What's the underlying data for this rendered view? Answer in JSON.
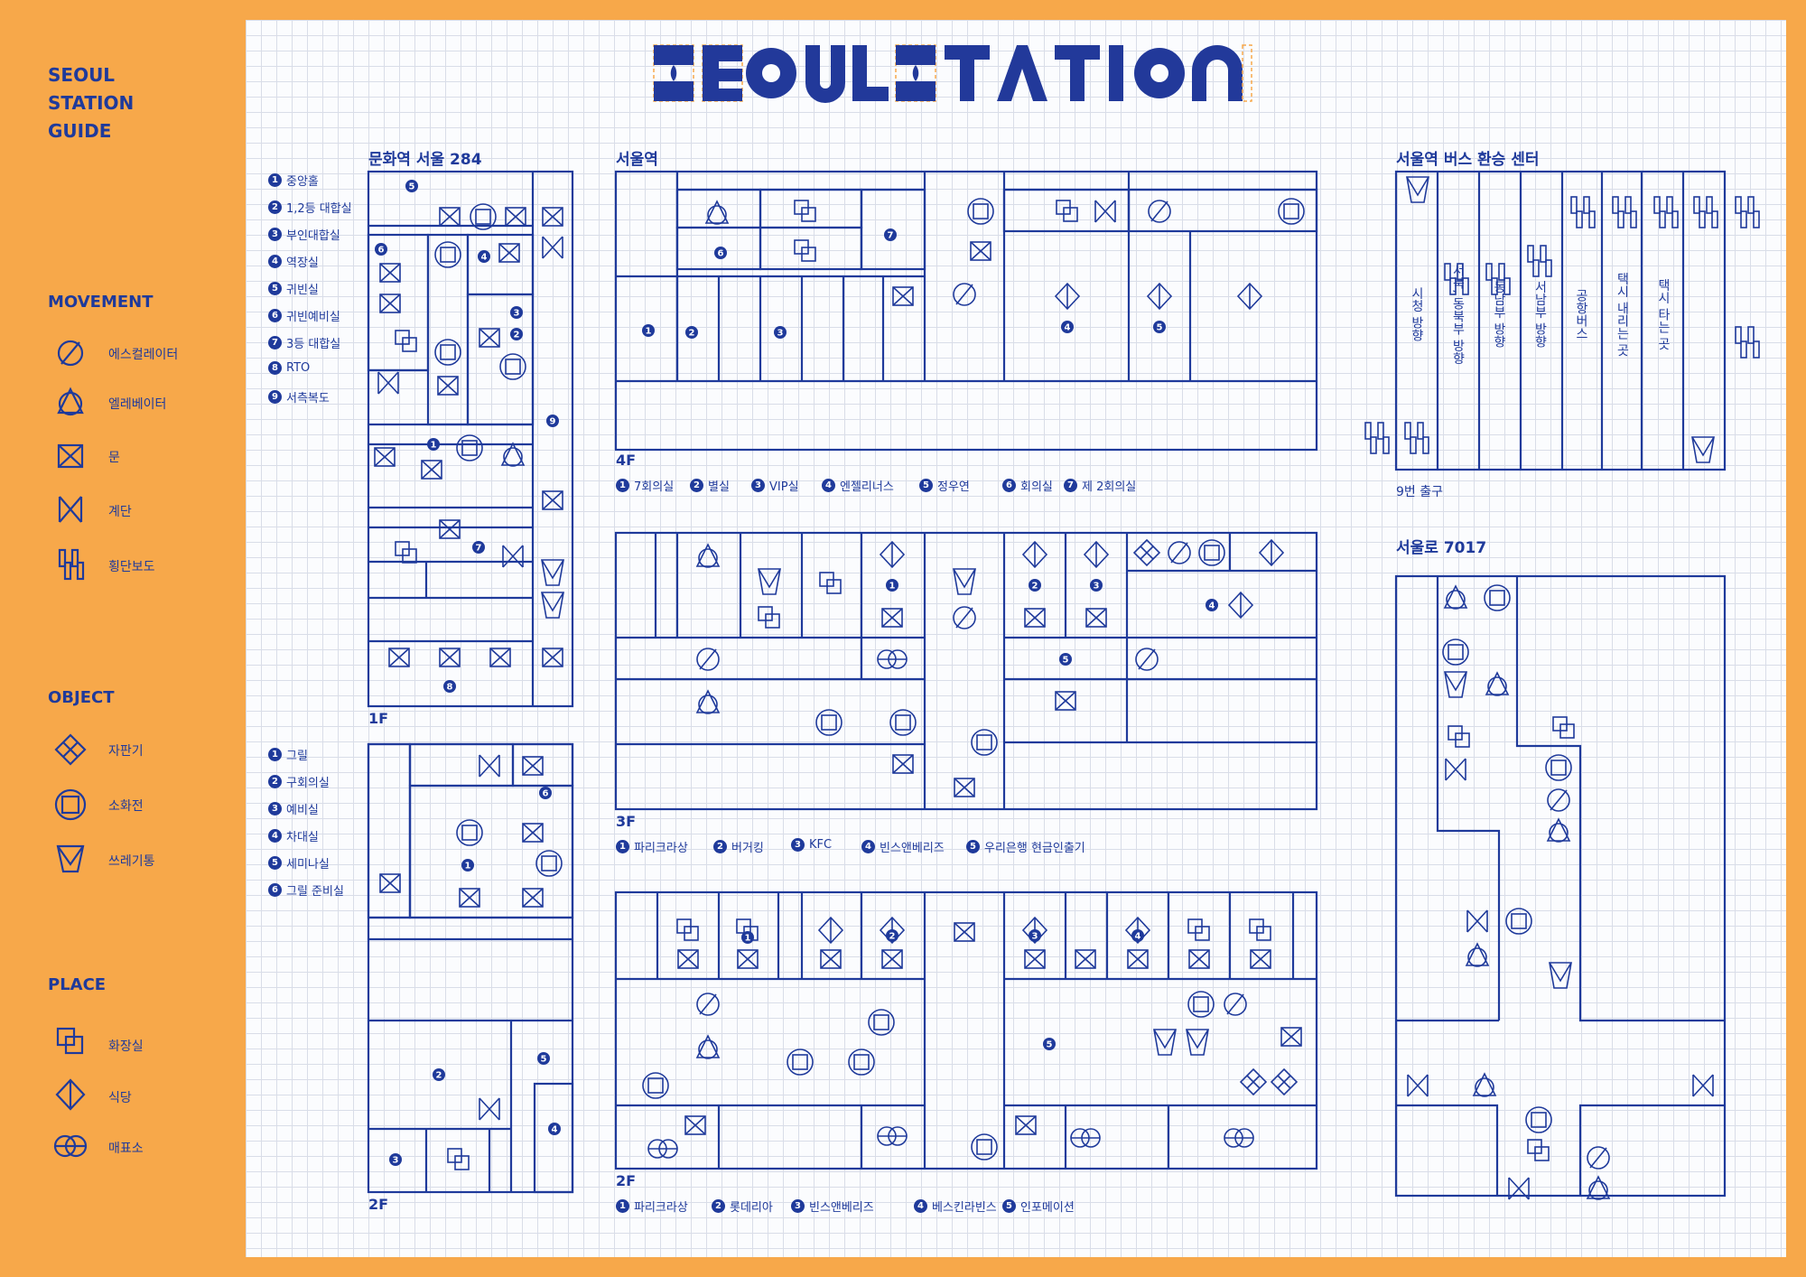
{
  "sidebar": {
    "title_lines": [
      "SEOUL",
      "STATION",
      "GUIDE"
    ],
    "sections": [
      {
        "title": "MOVEMENT",
        "items": [
          {
            "icon": "escalator-icon",
            "label": "에스컬레이터"
          },
          {
            "icon": "elevator-icon",
            "label": "엘레베이터"
          },
          {
            "icon": "door-icon",
            "label": "문"
          },
          {
            "icon": "stairs-icon",
            "label": "계단"
          },
          {
            "icon": "crosswalk-icon",
            "label": "횡단보도"
          }
        ]
      },
      {
        "title": "OBJECT",
        "items": [
          {
            "icon": "vending-machine-icon",
            "label": "자판기"
          },
          {
            "icon": "fire-hydrant-icon",
            "label": "소화전"
          },
          {
            "icon": "trash-can-icon",
            "label": "쓰레기통"
          }
        ]
      },
      {
        "title": "PLACE",
        "items": [
          {
            "icon": "restroom-icon",
            "label": "화장실"
          },
          {
            "icon": "restaurant-icon",
            "label": "식당"
          },
          {
            "icon": "ticket-office-icon",
            "label": "매표소"
          }
        ]
      }
    ]
  },
  "map_title": "SEOUL STATION",
  "culture_station": {
    "title": "문화역 서울 284",
    "floor_1f": "1F",
    "floor_2f": "2F",
    "legend_1f": [
      "중앙홀",
      "1,2등 대합실",
      "부인대합실",
      "역장실",
      "귀빈실",
      "귀빈예비실",
      "3등 대합실",
      "RTO",
      "서측복도"
    ],
    "legend_2f": [
      "그릴",
      "구회의실",
      "예비실",
      "차대실",
      "세미나실",
      "그릴 준비실"
    ]
  },
  "seoul_station": {
    "title": "서울역",
    "floors": [
      {
        "label": "4F",
        "legend": [
          "7회의실",
          "별실",
          "VIP실",
          "엔젤리너스",
          "정우연",
          "회의실",
          "제 2회의실"
        ]
      },
      {
        "label": "3F",
        "legend": [
          "파리크라상",
          "버거킹",
          "KFC",
          "빈스앤베리즈",
          "우리은행 현금인출기"
        ]
      },
      {
        "label": "2F",
        "legend": [
          "파리크라상",
          "롯데리아",
          "빈스앤베리즈",
          "베스킨라빈스",
          "인포메이션"
        ]
      }
    ]
  },
  "bus_center": {
    "title": "서울역 버스 환승 센터",
    "lanes": [
      "시청 방향",
      "서북, 동북부 방향",
      "동남부 방향",
      "서남부 방향",
      "공항버스",
      "택시 내리는 곳",
      "택시 타는 곳"
    ],
    "exit_label": "9번 출구"
  },
  "seoullo": {
    "title": "서울로 7017"
  },
  "colors": {
    "background": "#f7a84a",
    "canvas": "#fbfcfe",
    "ink": "#1f3a9b",
    "grid": "#d9dde8",
    "accent_dash": "#f7a84a"
  }
}
